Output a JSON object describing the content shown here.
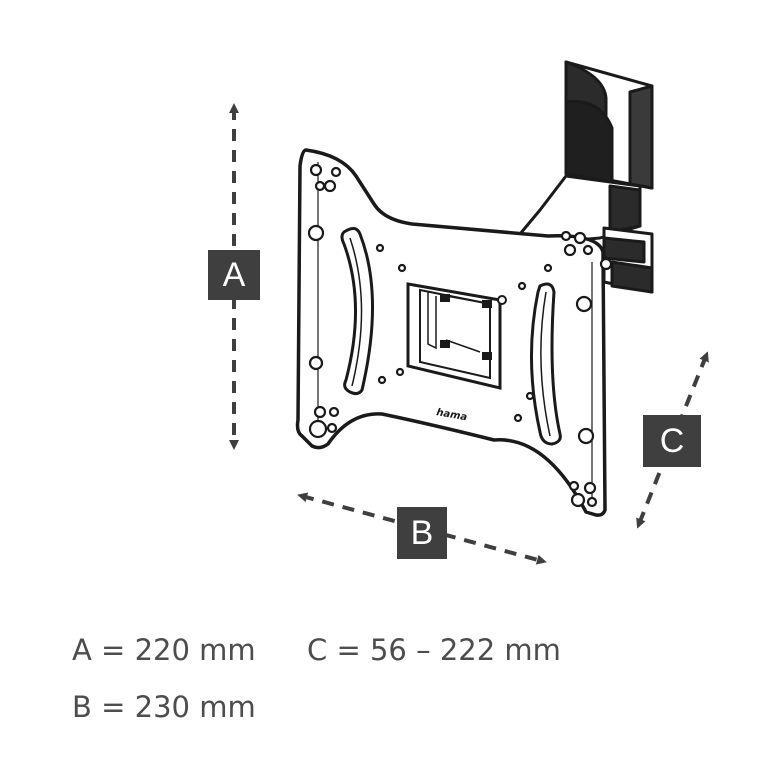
{
  "brand": "hama",
  "labels": {
    "a": "A",
    "b": "B",
    "c": "C"
  },
  "dimensions": {
    "a": "A = 220 mm",
    "b": "B = 230 mm",
    "c": "C = 56 – 222 mm"
  },
  "colors": {
    "line": "#1a1a1a",
    "label_bg": "#3f3f3f",
    "label_text": "#ffffff",
    "legend_text": "#4d4d4d",
    "arrow": "#3f3f3f"
  }
}
